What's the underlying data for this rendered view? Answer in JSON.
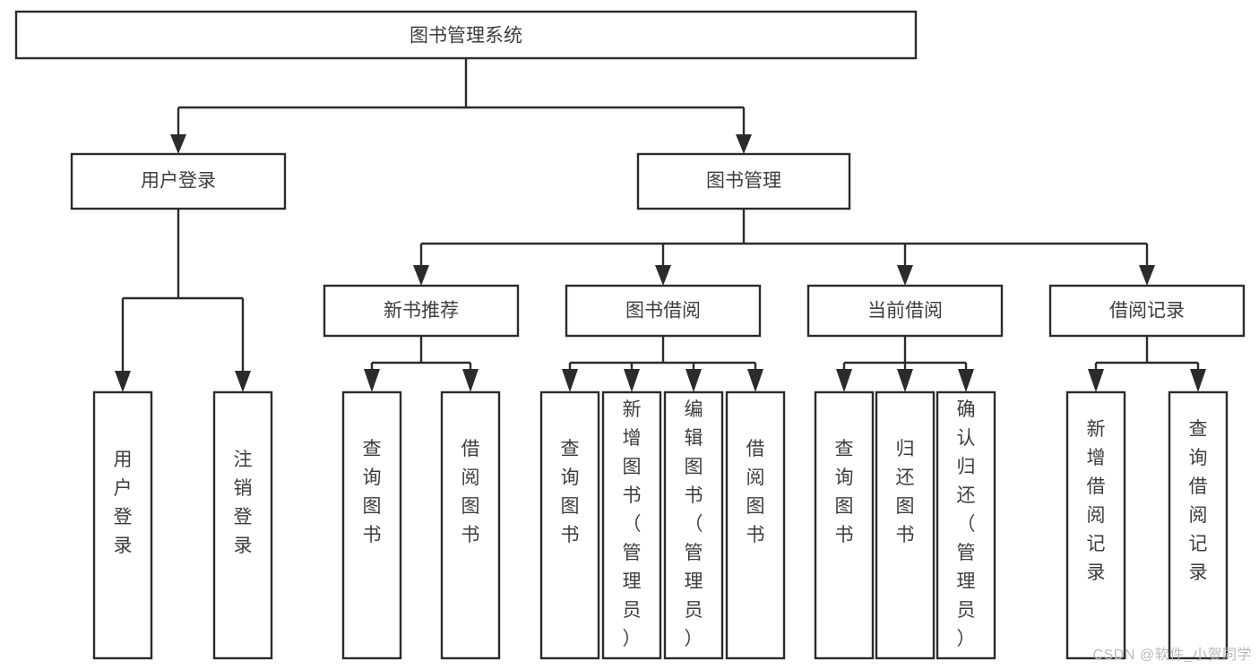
{
  "diagram": {
    "type": "tree",
    "title": "图书管理系统",
    "watermark": "CSDN @软件_小贺同学",
    "colors": {
      "box_fill": "#ffffff",
      "box_stroke": "#2b2b2b",
      "text": "#3d3d3d",
      "connector": "#2b2b2b",
      "watermark": "#b9b9b9",
      "background": "#ffffff"
    },
    "root": {
      "label": "图书管理系统"
    },
    "level2": [
      {
        "label": "用户登录"
      },
      {
        "label": "图书管理"
      }
    ],
    "level3": [
      {
        "label": "新书推荐"
      },
      {
        "label": "图书借阅"
      },
      {
        "label": "当前借阅"
      },
      {
        "label": "借阅记录"
      }
    ],
    "leaves": {
      "user_login": [
        {
          "label": "用户登录"
        },
        {
          "label": "注销登录"
        }
      ],
      "new_book_rec": [
        {
          "label": "查询图书"
        },
        {
          "label": "借阅图书"
        }
      ],
      "book_borrow": [
        {
          "label": "查询图书"
        },
        {
          "label": "新增图书（管理员）"
        },
        {
          "label": "编辑图书（管理员）"
        },
        {
          "label": "借阅图书"
        }
      ],
      "current_borrow": [
        {
          "label": "查询图书"
        },
        {
          "label": "归还图书"
        },
        {
          "label": "确认归还（管理员）"
        }
      ],
      "borrow_record": [
        {
          "label": "新增借阅记录"
        },
        {
          "label": "查询借阅记录"
        }
      ]
    }
  }
}
